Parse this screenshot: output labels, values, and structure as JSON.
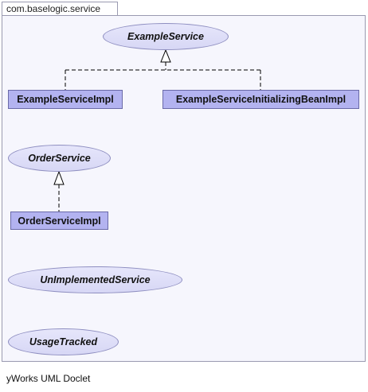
{
  "package": {
    "name": "com.baselogic.service"
  },
  "interfaces": {
    "example_service": "ExampleService",
    "order_service": "OrderService",
    "unimplemented_service": "UnImplementedService",
    "usage_tracked": "UsageTracked"
  },
  "classes": {
    "example_service_impl": "ExampleServiceImpl",
    "example_service_initializing_bean_impl": "ExampleServiceInitializingBeanImpl",
    "order_service_impl": "OrderServiceImpl"
  },
  "footer": {
    "label": "yWorks UML Doclet"
  },
  "colors": {
    "interface_fill": "#dcdcf7",
    "class_fill": "#b3b3f0",
    "package_fill": "#f6f6fd",
    "border": "#6a6aa8"
  }
}
